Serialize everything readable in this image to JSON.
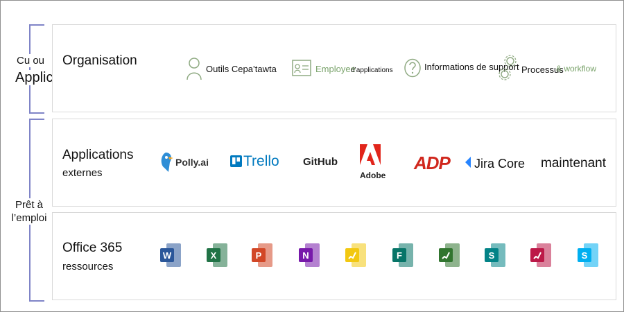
{
  "left_labels": {
    "top_small": "Cu ou",
    "top_big": "Applications",
    "middle": "Prêt à l’emploi"
  },
  "rows": {
    "organisation": {
      "title": "Organisation",
      "items": [
        {
          "label": "Outils Cepa’tawta",
          "icon": "person-icon"
        },
        {
          "label_a": "Employee",
          "label_b": "d’applications",
          "icon": "id-card-icon"
        },
        {
          "label": "Informations de support",
          "icon": "question-icon"
        },
        {
          "label_a": "Processus",
          "label_b": "& workflow",
          "icon": "gears-icon"
        }
      ]
    },
    "externes": {
      "title": "Applications",
      "subtitle": "externes",
      "logos": {
        "polly": "Polly.ai",
        "trello": "Trello",
        "github": "GitHub",
        "adobe": "Adobe",
        "adp": "ADP",
        "jira": "Jira Core",
        "more": "maintenant"
      }
    },
    "office": {
      "title": "Office 365",
      "subtitle": "ressources",
      "apps": [
        {
          "name": "Word",
          "letter": "W",
          "color": "#2b579a"
        },
        {
          "name": "Excel",
          "letter": "X",
          "color": "#217346"
        },
        {
          "name": "PowerPoint",
          "letter": "P",
          "color": "#d24726"
        },
        {
          "name": "OneNote",
          "letter": "N",
          "color": "#7719aa"
        },
        {
          "name": "Power BI",
          "letter": "",
          "color": "#f2c811"
        },
        {
          "name": "Forms",
          "letter": "F",
          "color": "#077568"
        },
        {
          "name": "Planner",
          "letter": "",
          "color": "#31752f"
        },
        {
          "name": "SharePoint",
          "letter": "S",
          "color": "#038387"
        },
        {
          "name": "Stream",
          "letter": "",
          "color": "#bc1948"
        },
        {
          "name": "Skype",
          "letter": "S",
          "color": "#00aff0"
        }
      ]
    }
  }
}
